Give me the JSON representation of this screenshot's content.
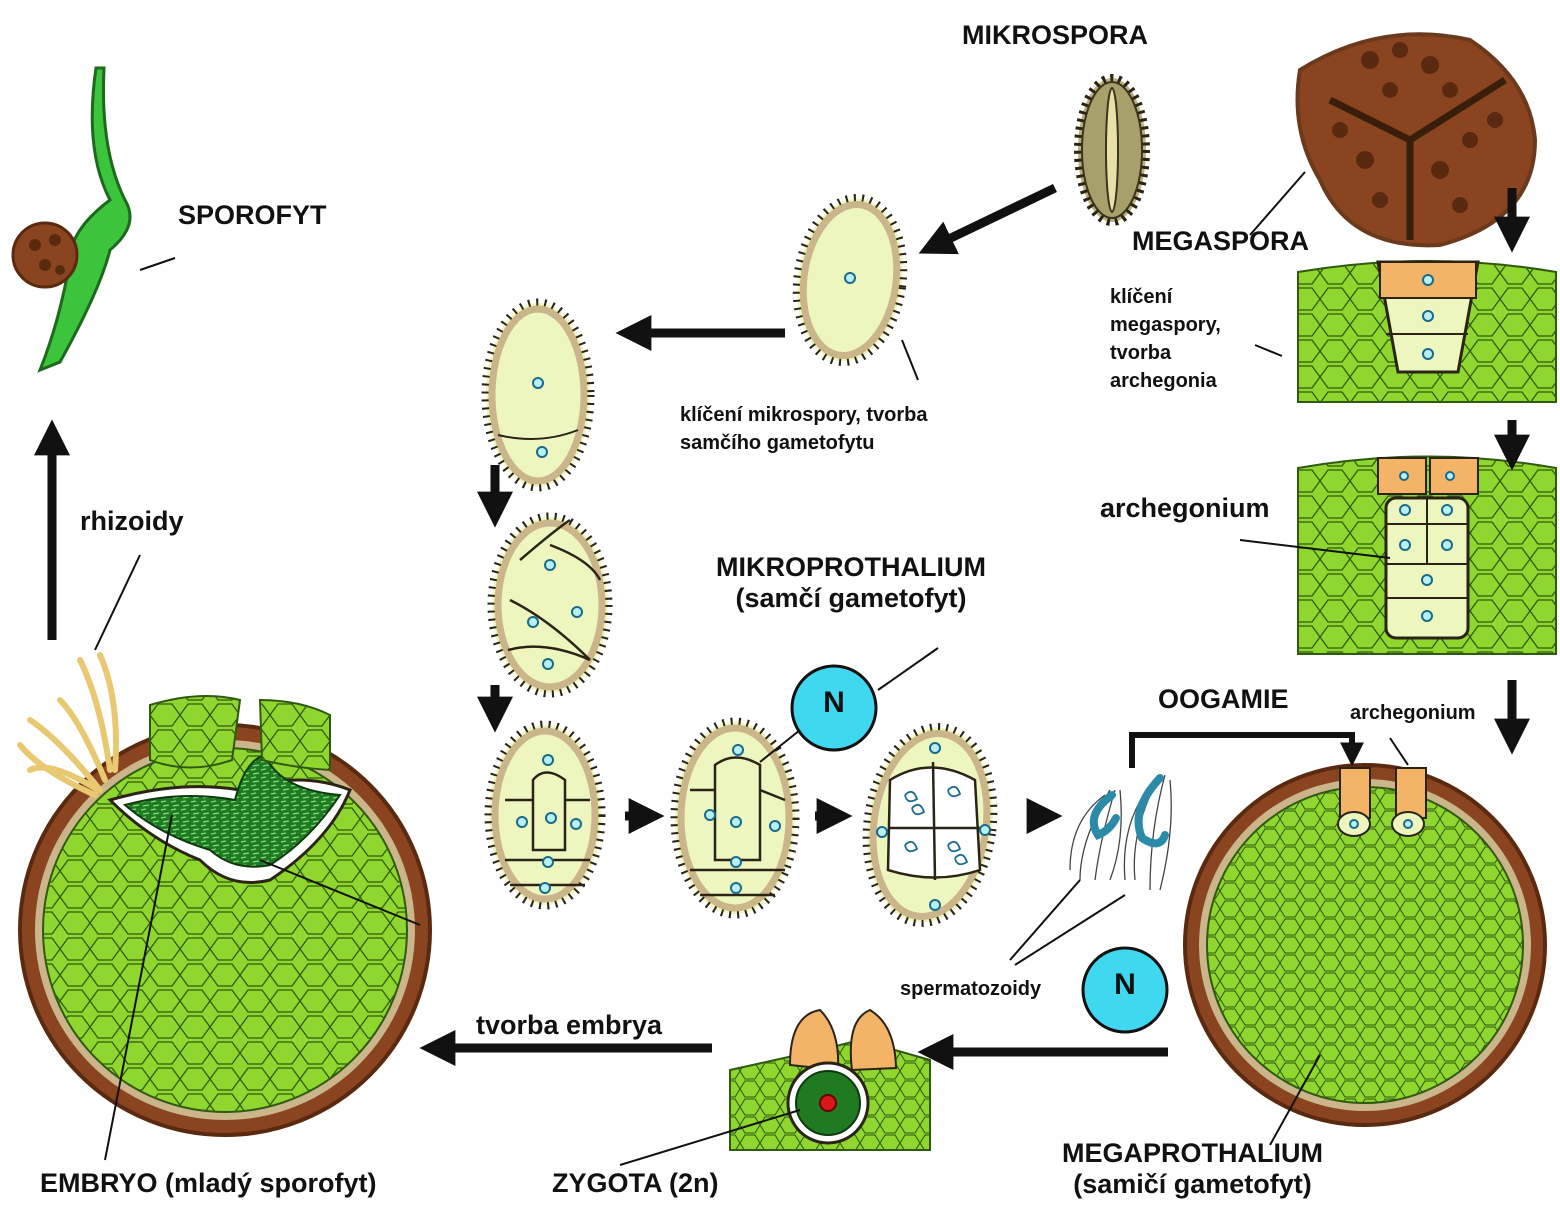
{
  "colors": {
    "tissue": "#8fd62e",
    "tissue_line": "#2f5a10",
    "spore_fill": "#eef6c0",
    "spore_wall": "#cbb58a",
    "spine": "#2b2416",
    "megaspore": "#8a4420",
    "megaspore_wall": "#6b3a1d",
    "neck": "#f3b468",
    "rhizoid": "#e8c870",
    "embryo": "#1f7a22",
    "sporophyte": "#3cc43c",
    "nucleus_badge": "#40d8f0",
    "zygote_core": "#d81818",
    "arrow": "#111111"
  },
  "labels": {
    "mikrospora": "MIKROSPORA",
    "megaspora": "MEGASPORA",
    "sporofyt": "SPOROFYT",
    "mega_germ_1": "klíčení",
    "mega_germ_2": "megaspory,",
    "mega_germ_3": "tvorba",
    "mega_germ_4": "archegonia",
    "micro_germ_1": "klíčení mikrospory, tvorba",
    "micro_germ_2": "samčího gametofytu",
    "rhizoidy": "rhizoidy",
    "archegonium": "archegonium",
    "mikroprothalium_1": "MIKROPROTHALIUM",
    "mikroprothalium_2": "(samčí gametofyt)",
    "oogamie": "OOGAMIE",
    "archegonium_small": "archegonium",
    "spermatozoidy": "spermatozoidy",
    "tvorba_embrya": "tvorba embrya",
    "embryo": "EMBRYO (mladý sporofyt)",
    "zygota": "ZYGOTA (2n)",
    "megaprothalium_1": "MEGAPROTHALIUM",
    "megaprothalium_2": "(samičí gametofyt)",
    "n_badge_1": "N",
    "n_badge_2": "N"
  }
}
